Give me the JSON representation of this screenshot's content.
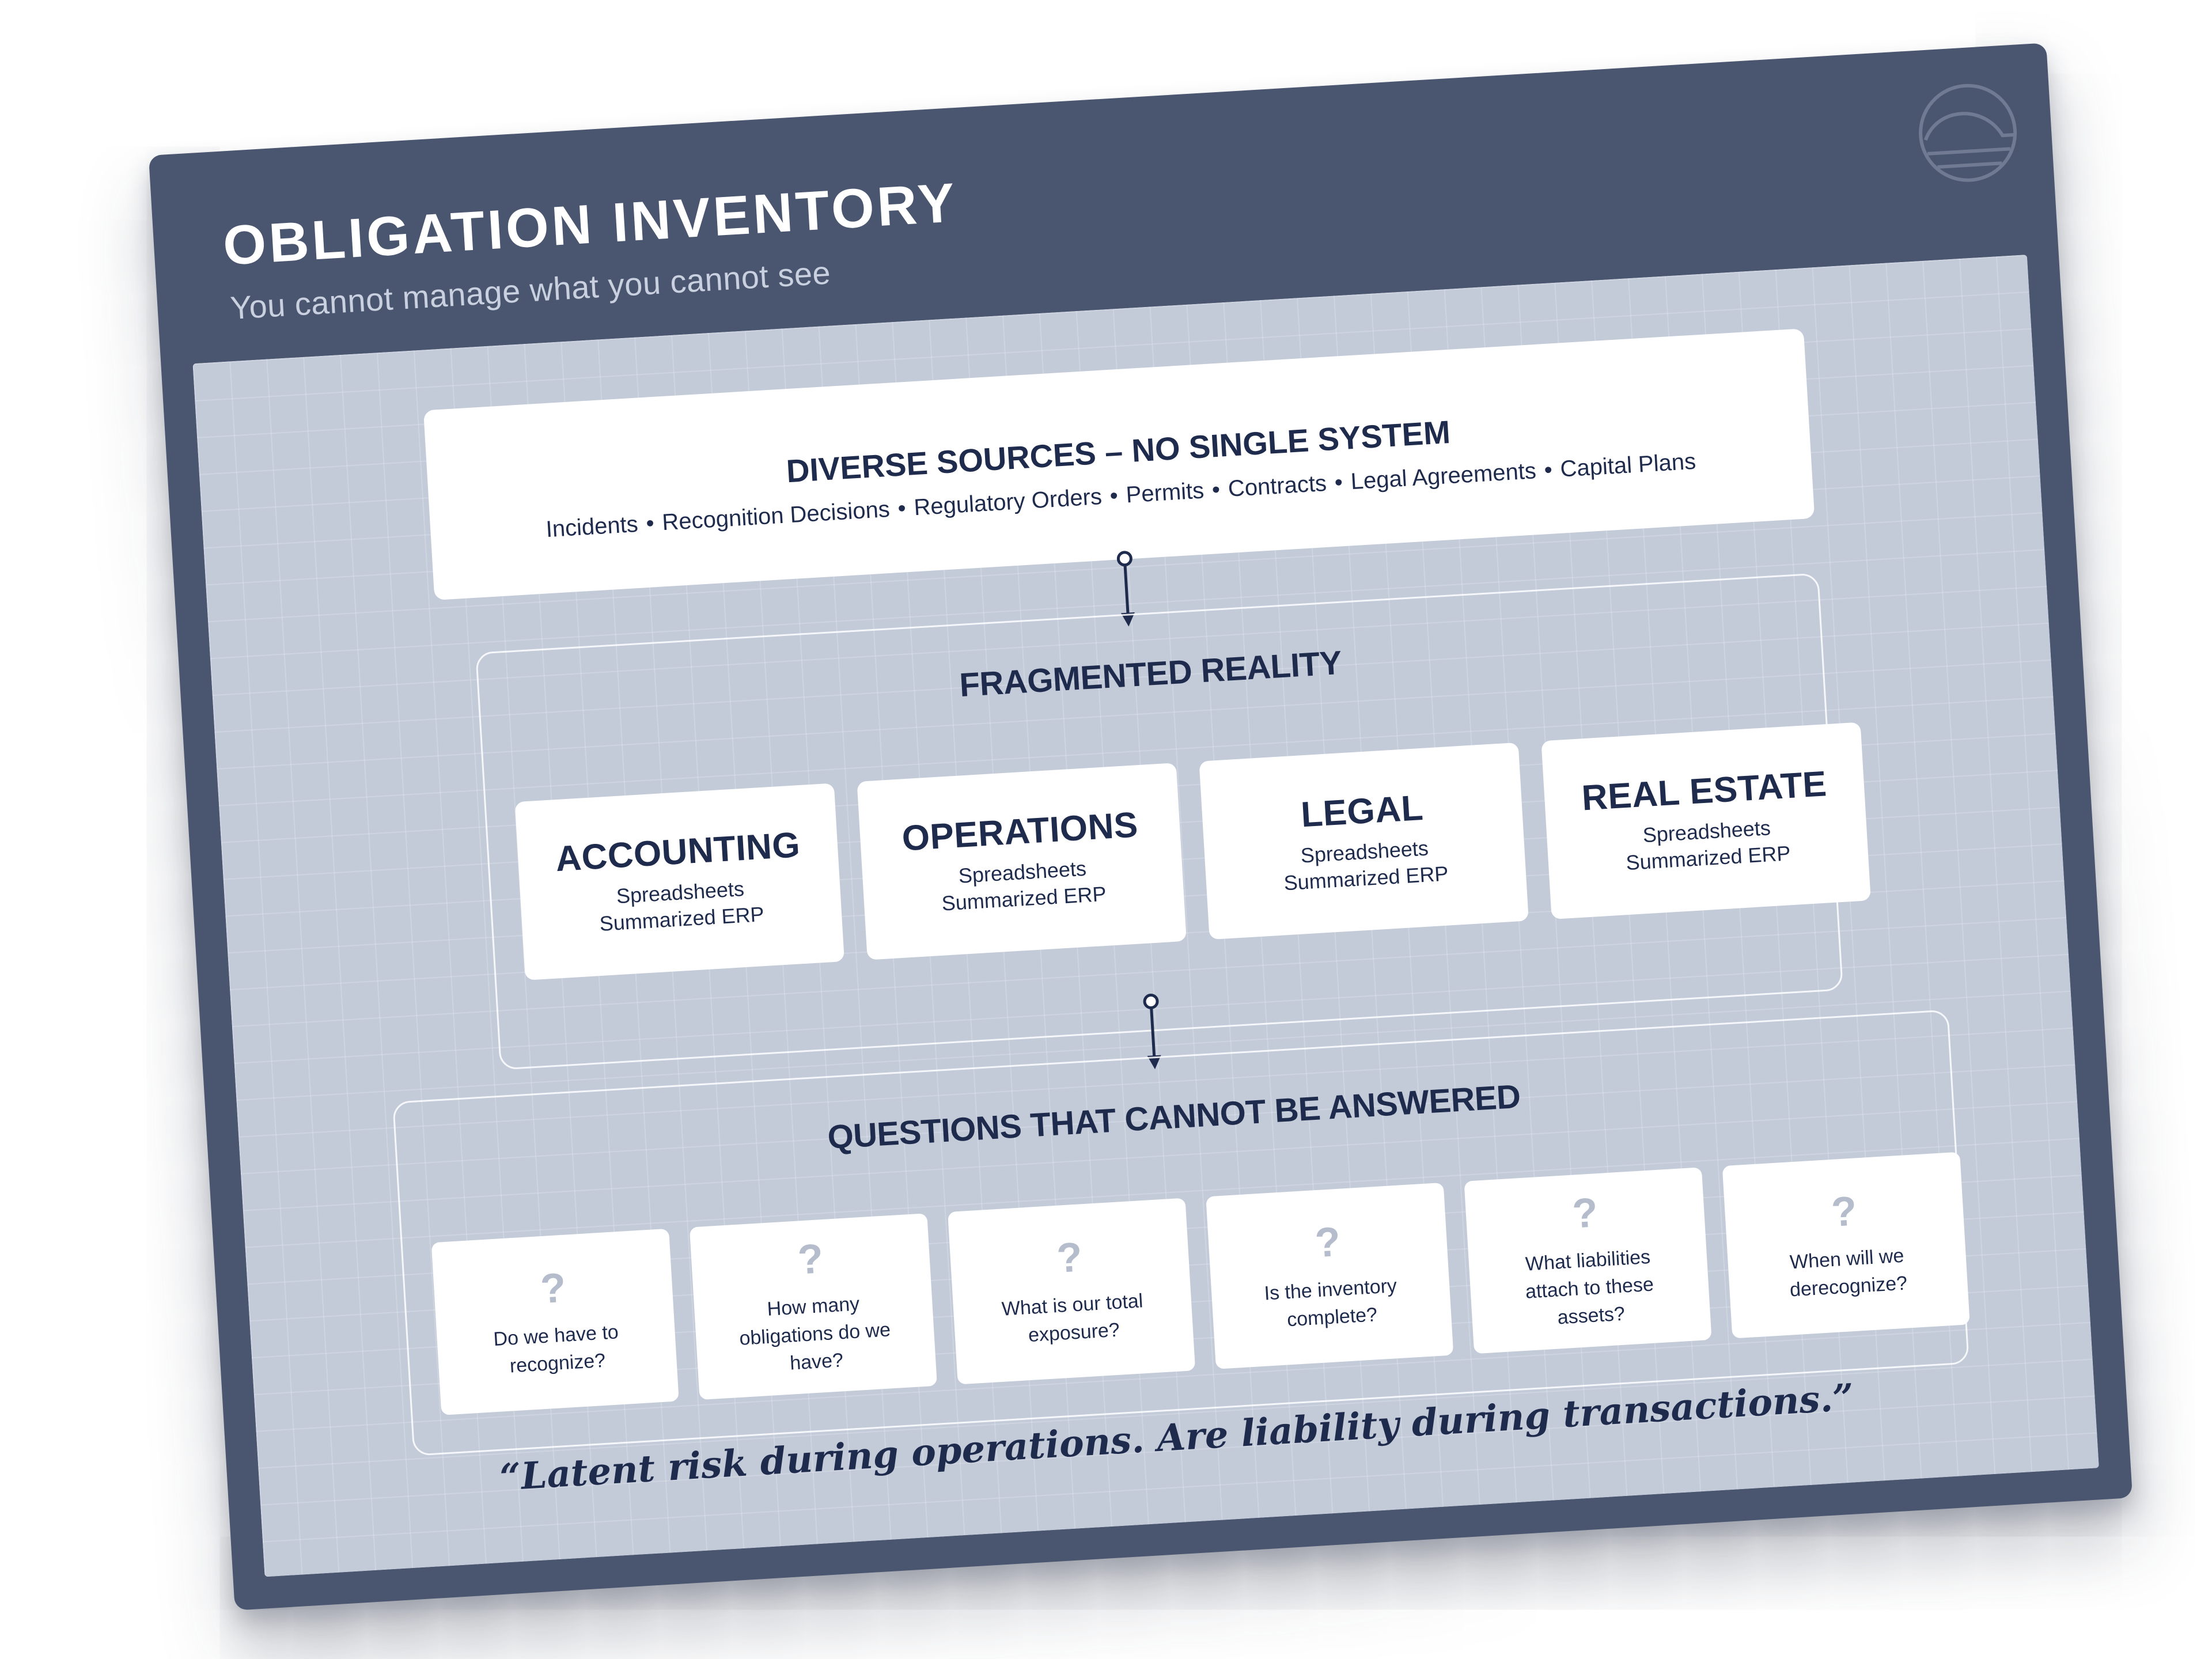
{
  "header": {
    "title": "OBLIGATION INVENTORY",
    "subtitle": "You cannot manage what you cannot see",
    "logo_icon": "circle-wave-logo"
  },
  "sources": {
    "title": "DIVERSE SOURCES – NO SINGLE SYSTEM",
    "items": [
      "Incidents",
      "Recognition Decisions",
      "Regulatory Orders",
      "Permits",
      "Contracts",
      "Legal Agreements",
      "Capital Plans"
    ],
    "separator": "•"
  },
  "fragmented": {
    "title": "FRAGMENTED REALITY",
    "departments": [
      {
        "name": "ACCOUNTING",
        "line1": "Spreadsheets",
        "line2": "Summarized ERP"
      },
      {
        "name": "OPERATIONS",
        "line1": "Spreadsheets",
        "line2": "Summarized ERP"
      },
      {
        "name": "LEGAL",
        "line1": "Spreadsheets",
        "line2": "Summarized ERP"
      },
      {
        "name": "REAL ESTATE",
        "line1": "Spreadsheets",
        "line2": "Summarized ERP"
      }
    ]
  },
  "questions": {
    "title": "QUESTIONS THAT CANNOT BE ANSWERED",
    "mark": "?",
    "items": [
      "Do we have to recognize?",
      "How many obligations do we have?",
      "What is our total exposure?",
      "Is the inventory complete?",
      "What liabilities attach to these assets?",
      "When will we derecognize?"
    ]
  },
  "quote": "“Latent risk during operations. Are liability during transactions.”",
  "colors": {
    "navy": "#1f2b4d",
    "header_bg": "#4a566f",
    "panel_bg": "#c3cbd9",
    "card_bg": "#ffffff"
  }
}
